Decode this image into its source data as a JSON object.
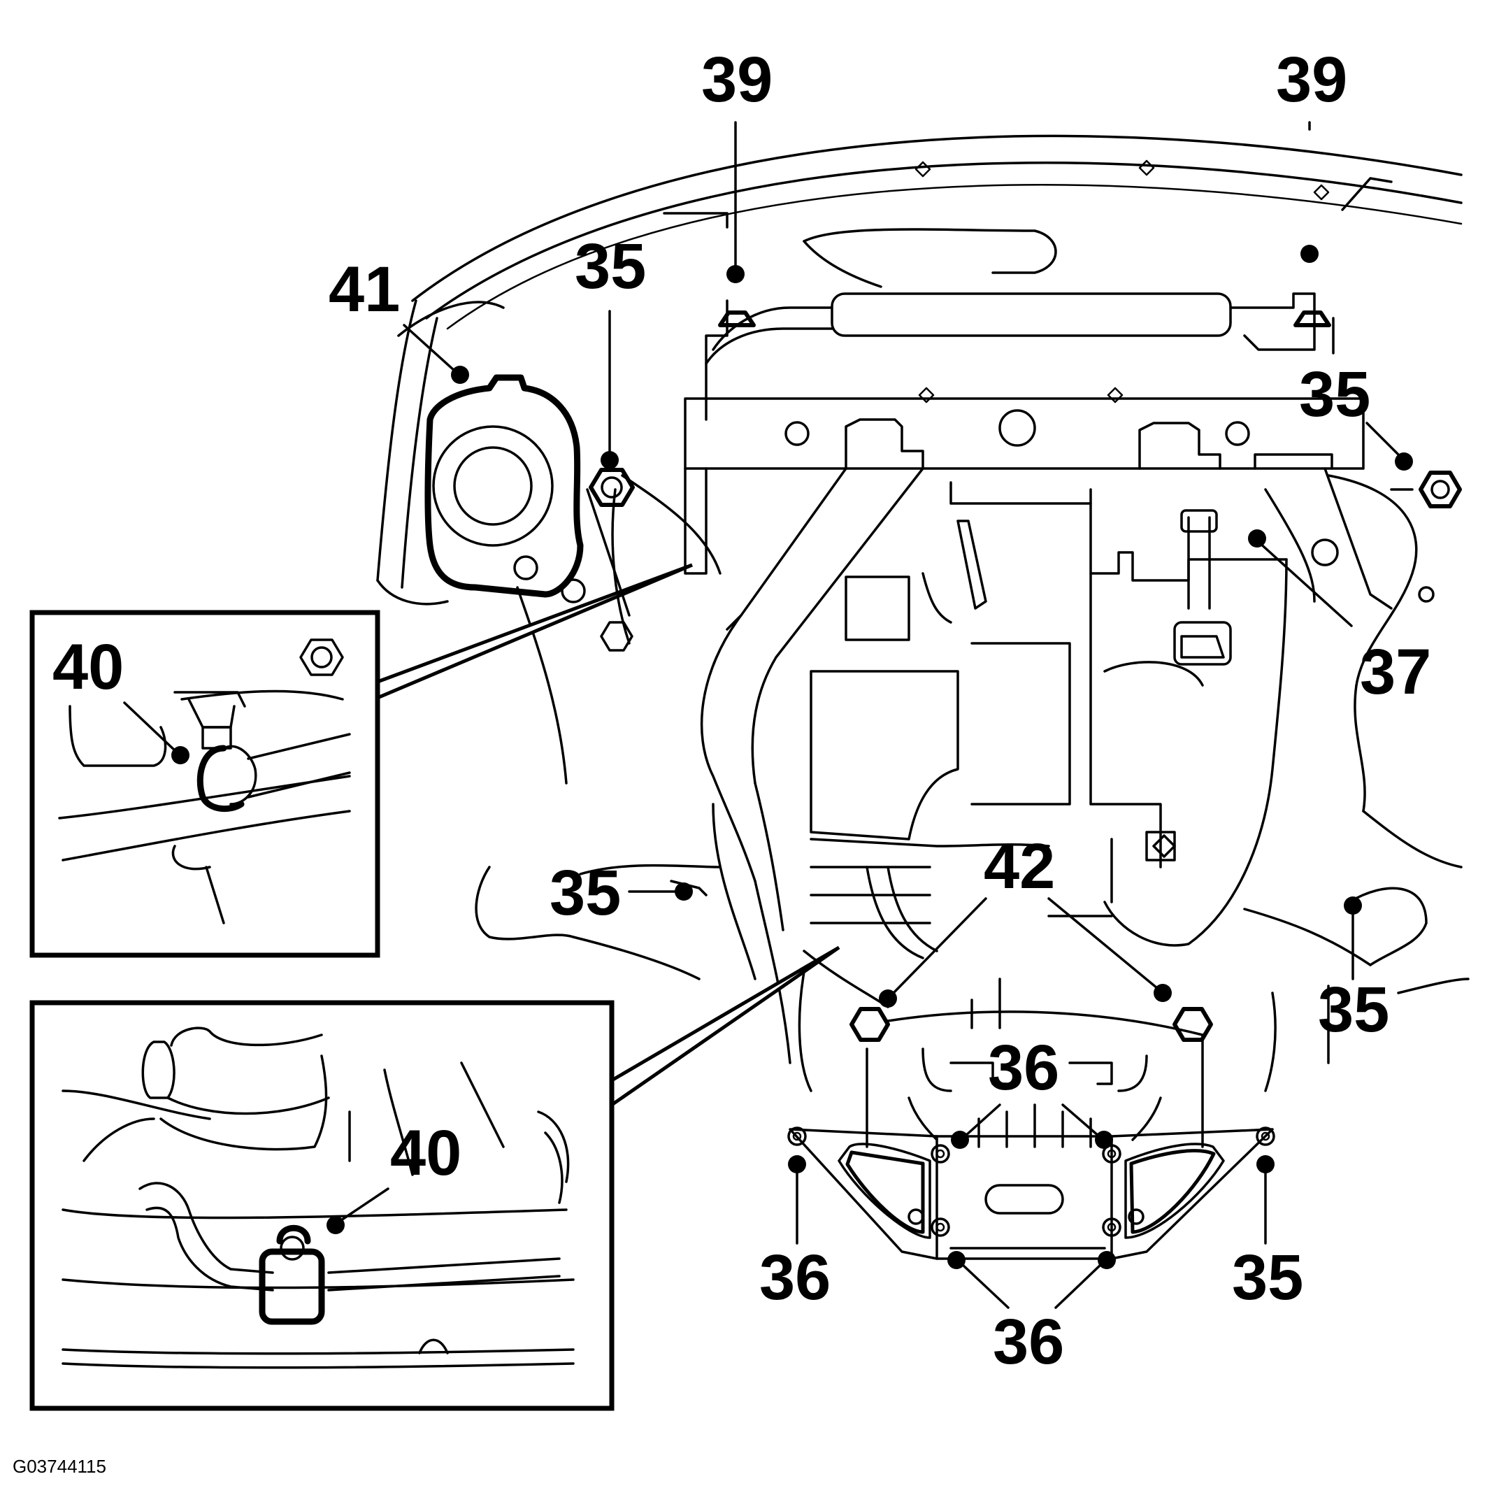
{
  "figure_id": "G03744115",
  "callouts": [
    {
      "id": "c-39-left",
      "text": "39"
    },
    {
      "id": "c-39-right",
      "text": "39"
    },
    {
      "id": "c-41",
      "text": "41"
    },
    {
      "id": "c-35-upper-left",
      "text": "35"
    },
    {
      "id": "c-35-upper-right",
      "text": "35"
    },
    {
      "id": "c-37",
      "text": "37"
    },
    {
      "id": "c-40-upper-inset",
      "text": "40"
    },
    {
      "id": "c-35-mid-left",
      "text": "35"
    },
    {
      "id": "c-42",
      "text": "42"
    },
    {
      "id": "c-35-mid-right",
      "text": "35"
    },
    {
      "id": "c-36-top",
      "text": "36"
    },
    {
      "id": "c-40-lower-inset",
      "text": "40"
    },
    {
      "id": "c-36-left",
      "text": "36"
    },
    {
      "id": "c-35-lower-right",
      "text": "35"
    },
    {
      "id": "c-36-bottom",
      "text": "36"
    }
  ]
}
